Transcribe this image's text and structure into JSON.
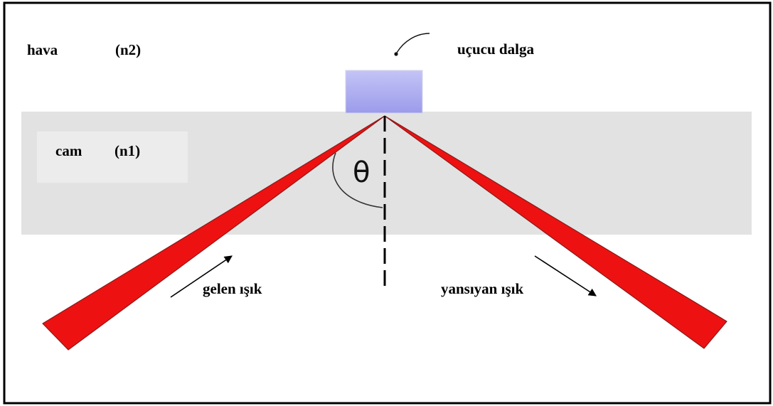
{
  "labels": {
    "air": "hava",
    "air_index": "(n2)",
    "glass": "cam",
    "glass_index": "(n1)",
    "evanescent_wave": "uçucu dalga",
    "angle": "θ",
    "incident_light": "gelen ışık",
    "reflected_light": "yansıyan ışık"
  },
  "colors": {
    "glass_layer": "#e2e2e2",
    "beam": "#ee1111",
    "beam_edge": "#8a1a1a",
    "evanescent_box": "#aaaaf0",
    "frame": "#000000"
  }
}
